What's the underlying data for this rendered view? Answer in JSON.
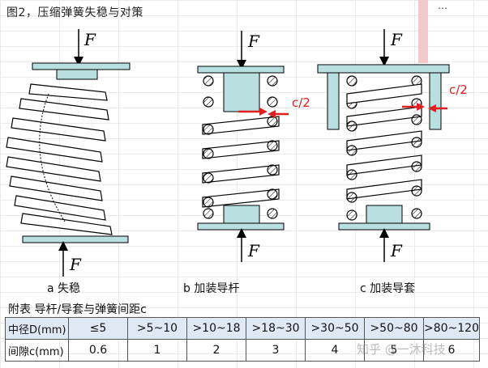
{
  "figure": {
    "title": "图2，压缩弹簧失稳与对策",
    "top_right_fragment": "…",
    "force_label": "F",
    "clearance_label": "c/2",
    "captions": {
      "a": "a 失稳",
      "b": "b 加装导杆",
      "c": "c 加装导套"
    }
  },
  "table": {
    "title": "附表 导杆/导套与弹簧间距c",
    "row_headers": [
      "中径D(mm)",
      "间隙c(mm)"
    ],
    "diameters": [
      "≤5",
      ">5~10",
      ">10~18",
      ">18~30",
      ">30~50",
      ">50~80",
      ">80~120"
    ],
    "clearances": [
      "0.6",
      "1",
      "2",
      "3",
      "4",
      "5",
      "6"
    ]
  },
  "watermark": "知乎 @一沐科技",
  "colors": {
    "fixture": "#b9dfe0",
    "arrow_red": "#e02020",
    "table_header_bg": "#dfe8f5"
  }
}
